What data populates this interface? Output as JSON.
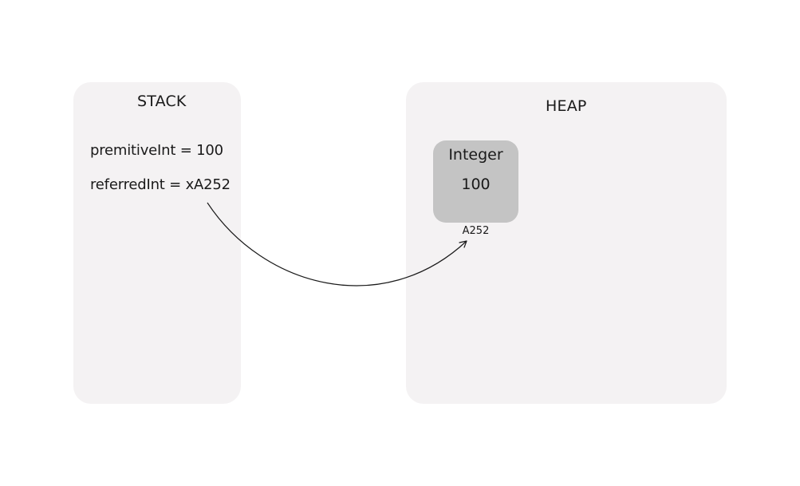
{
  "stack": {
    "title": "STACK",
    "variables": [
      {
        "text": "premitiveInt = 100"
      },
      {
        "text": "referredInt = xA252"
      }
    ]
  },
  "heap": {
    "title": "HEAP",
    "object": {
      "type": "Integer",
      "value": "100",
      "address": "A252"
    }
  },
  "colors": {
    "panel_background": "#f4f2f3",
    "object_background": "#c4c4c4",
    "text": "#1a1a1a",
    "arrow": "#1a1a1a"
  }
}
